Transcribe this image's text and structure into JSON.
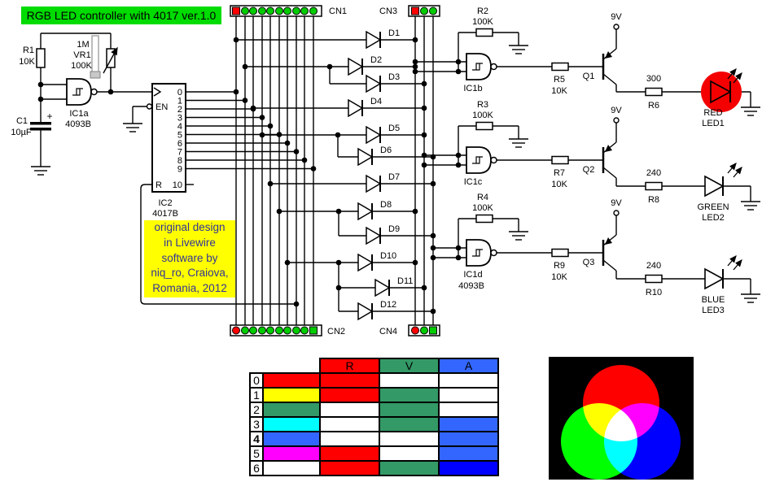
{
  "title": "RGB LED controller with 4017 ver.1.0",
  "note_lines": [
    "original design",
    "in Livewire",
    "software by",
    "niq_ro, Craiova,",
    "Romania, 2012"
  ],
  "colors": {
    "title_bg": "#00DC00",
    "title_text": "#000000",
    "note_bg": "#FFFF00",
    "note_text": "#333399",
    "wire": "#000000",
    "pin_red": "#FF0000",
    "pin_green": "#00CC00",
    "led_red_body": "#F40000",
    "rgb_mix_bg": "#000000",
    "rgb_mix_red": "#FF0000",
    "rgb_mix_green": "#00FF00",
    "rgb_mix_blue": "#0000FF"
  },
  "oscillator": {
    "r1": {
      "name": "R1",
      "value": "10K"
    },
    "vr1": {
      "max": "1M",
      "name": "VR1",
      "value": "100K"
    },
    "c1": {
      "name": "C1",
      "value": "10µF",
      "polarity": "+"
    },
    "ic1a": {
      "name": "IC1a",
      "part": "4093B"
    }
  },
  "counter": {
    "name": "IC2",
    "part": "4017B",
    "pin_en": "EN",
    "pin_reset": "R",
    "pin_10": "10",
    "outputs": [
      "0",
      "1",
      "2",
      "3",
      "4",
      "5",
      "6",
      "7",
      "8",
      "9"
    ]
  },
  "connectors": {
    "cn1": "CN1",
    "cn2": "CN2",
    "cn3": "CN3",
    "cn4": "CN4"
  },
  "diodes": [
    "D1",
    "D2",
    "D3",
    "D4",
    "D5",
    "D6",
    "D7",
    "D8",
    "D9",
    "D10",
    "D11",
    "D12"
  ],
  "supply": {
    "label": "9V"
  },
  "channels": [
    {
      "gate": "IC1b",
      "gate_part": "",
      "feedback": {
        "name": "R2",
        "value": "100K"
      },
      "base_resistor": {
        "name": "R5",
        "value": "10K"
      },
      "transistor": "Q1",
      "led_resistor": {
        "name": "R6",
        "value": "300"
      },
      "led_color": "RED",
      "led_name": "LED1"
    },
    {
      "gate": "IC1c",
      "gate_part": "",
      "feedback": {
        "name": "R3",
        "value": "100K"
      },
      "base_resistor": {
        "name": "R7",
        "value": "10K"
      },
      "transistor": "Q2",
      "led_resistor": {
        "name": "R8",
        "value": "240"
      },
      "led_color": "GREEN",
      "led_name": "LED2"
    },
    {
      "gate": "IC1d",
      "gate_part": "4093B",
      "feedback": {
        "name": "R4",
        "value": "100K"
      },
      "base_resistor": {
        "name": "R9",
        "value": "10K"
      },
      "transistor": "Q3",
      "led_resistor": {
        "name": "R10",
        "value": "240"
      },
      "led_color": "BLUE",
      "led_name": "LED3"
    }
  ],
  "table": {
    "headers": [
      {
        "label": "R",
        "color": "#FF0000"
      },
      {
        "label": "V",
        "color": "#339966"
      },
      {
        "label": "A",
        "color": "#3366FF"
      }
    ],
    "rows": [
      {
        "index": "0",
        "bold": false,
        "swatch": "#FF0000",
        "cells": [
          "#FF0000",
          "#FFFFFF",
          "#FFFFFF"
        ]
      },
      {
        "index": "1",
        "bold": false,
        "swatch": "#FFFF00",
        "cells": [
          "#FF0000",
          "#339966",
          "#FFFFFF"
        ]
      },
      {
        "index": "2",
        "bold": false,
        "swatch": "#339966",
        "cells": [
          "#FFFFFF",
          "#339966",
          "#FFFFFF"
        ]
      },
      {
        "index": "3",
        "bold": false,
        "swatch": "#00FFFF",
        "cells": [
          "#FFFFFF",
          "#339966",
          "#3366FF"
        ]
      },
      {
        "index": "4",
        "bold": true,
        "swatch": "#3366FF",
        "cells": [
          "#FFFFFF",
          "#FFFFFF",
          "#3366FF"
        ]
      },
      {
        "index": "5",
        "bold": false,
        "swatch": "#FF00FF",
        "cells": [
          "#FF0000",
          "#FFFFFF",
          "#3366FF"
        ]
      },
      {
        "index": "6",
        "bold": false,
        "swatch": "#FFFFFF",
        "cells": [
          "#FF0000",
          "#339966",
          "#0000FF"
        ]
      }
    ]
  }
}
